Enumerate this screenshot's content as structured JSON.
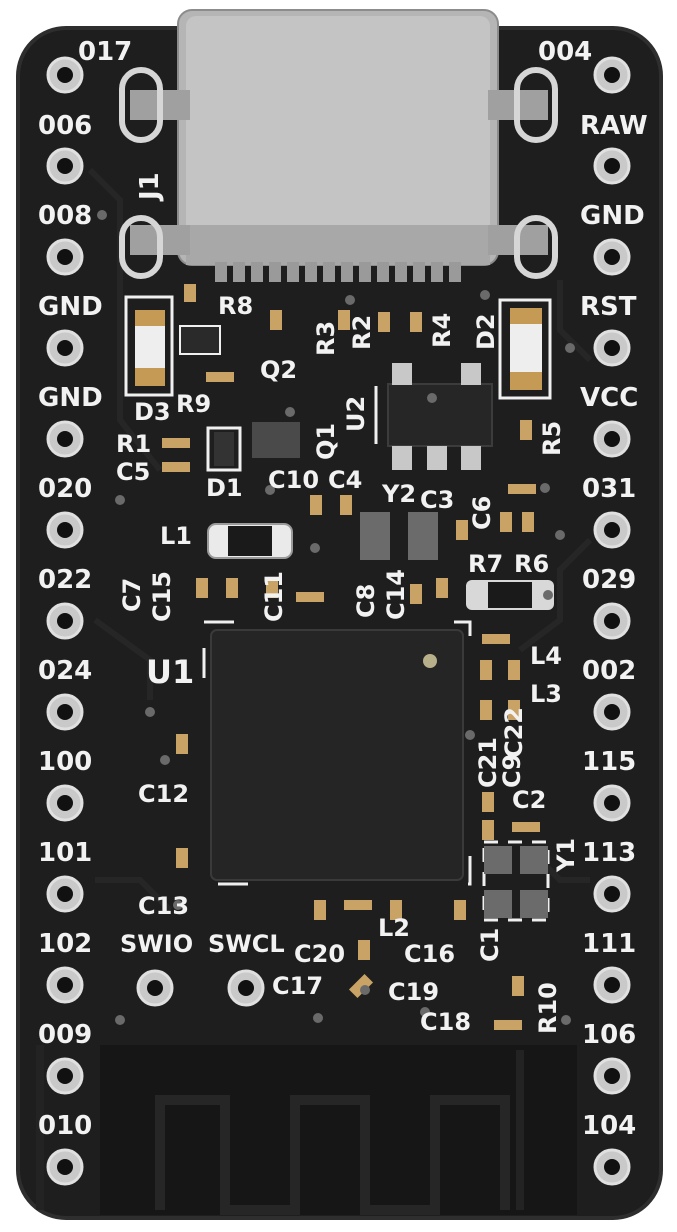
{
  "colors": {
    "board": "#1f1f1f",
    "board_edge": "#2b2b2b",
    "silkscreen": "#f2f2f2",
    "pad_ring": "#d9d9d9",
    "connector": "#bdbdbd",
    "chip": "#2a2a2a"
  },
  "left_pins": [
    "017",
    "006",
    "008",
    "GND",
    "GND",
    "020",
    "022",
    "024",
    "100",
    "101",
    "102",
    "009",
    "010"
  ],
  "right_pins": [
    "004",
    "RAW",
    "GND",
    "RST",
    "VCC",
    "031",
    "029",
    "002",
    "115",
    "113",
    "111",
    "106",
    "104"
  ],
  "debug_pins": [
    "SWIO",
    "SWCL"
  ],
  "components": {
    "J1": "J1",
    "U1": "U1",
    "U2": "U2",
    "Q1": "Q1",
    "Q2": "Q2",
    "D1": "D1",
    "D2": "D2",
    "D3": "D3",
    "Y1": "Y1",
    "Y2": "Y2",
    "L1": "L1",
    "L2": "L2",
    "L3": "L3",
    "L4": "L4",
    "R1": "R1",
    "R2": "R2",
    "R3": "R3",
    "R4": "R4",
    "R5": "R5",
    "R6": "R6",
    "R7": "R7",
    "R8": "R8",
    "R9": "R9",
    "R10": "R10",
    "C1": "C1",
    "C2": "C2",
    "C3": "C3",
    "C4": "C4",
    "C5": "C5",
    "C6": "C6",
    "C7": "C7",
    "C8": "C8",
    "C9": "C9",
    "C10": "C10",
    "C11": "C11",
    "C12": "C12",
    "C13": "C13",
    "C14": "C14",
    "C15": "C15",
    "C16": "C16",
    "C17": "C17",
    "C18": "C18",
    "C19": "C19",
    "C20": "C20",
    "C21": "C21",
    "C22": "C22"
  }
}
